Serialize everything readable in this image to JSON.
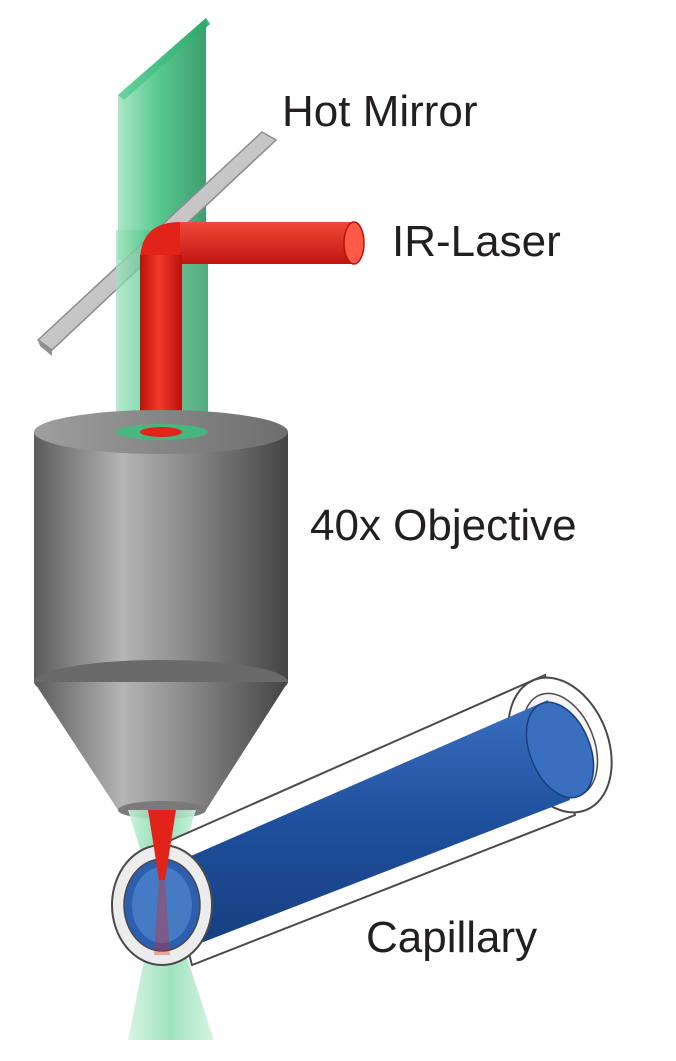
{
  "labels": {
    "hot_mirror": "Hot Mirror",
    "ir_laser": "IR-Laser",
    "objective": "40x Objective",
    "capillary": "Capillary"
  },
  "colors": {
    "green_beam": "#3cbf7e",
    "green_beam_dark": "#1f9a5c",
    "ir_laser": "#e2231a",
    "objective_light": "#9b9b9b",
    "objective_dark": "#505050",
    "capillary_blue": "#1e4f9c",
    "mirror": "#c9c9c9"
  }
}
